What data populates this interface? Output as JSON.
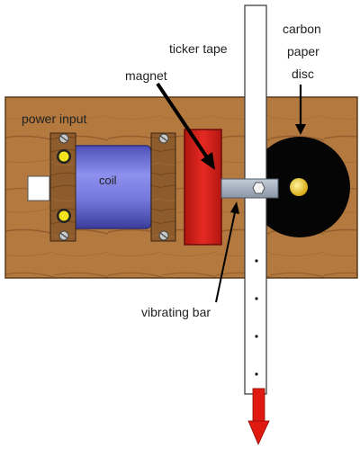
{
  "labels": {
    "ticker_tape": "ticker tape",
    "magnet": "magnet",
    "carbon_line1": "carbon",
    "carbon_line2": "paper",
    "carbon_line3": "disc",
    "power_input": "power input",
    "coil": "coil",
    "vibrating_bar": "vibrating bar"
  },
  "tape": {
    "dot_count": 4
  },
  "colors": {
    "wood": "#b07a40",
    "wood_grain": "#8a5726",
    "bracket": "#8b5a2b",
    "coil": "#6a6cd8",
    "magnet": "#d0201c",
    "disc": "#050505",
    "disc_center": "#e1b516",
    "terminal": "#f2e21a",
    "bar": "#a9b4c4",
    "arrow": "#e01a10"
  }
}
